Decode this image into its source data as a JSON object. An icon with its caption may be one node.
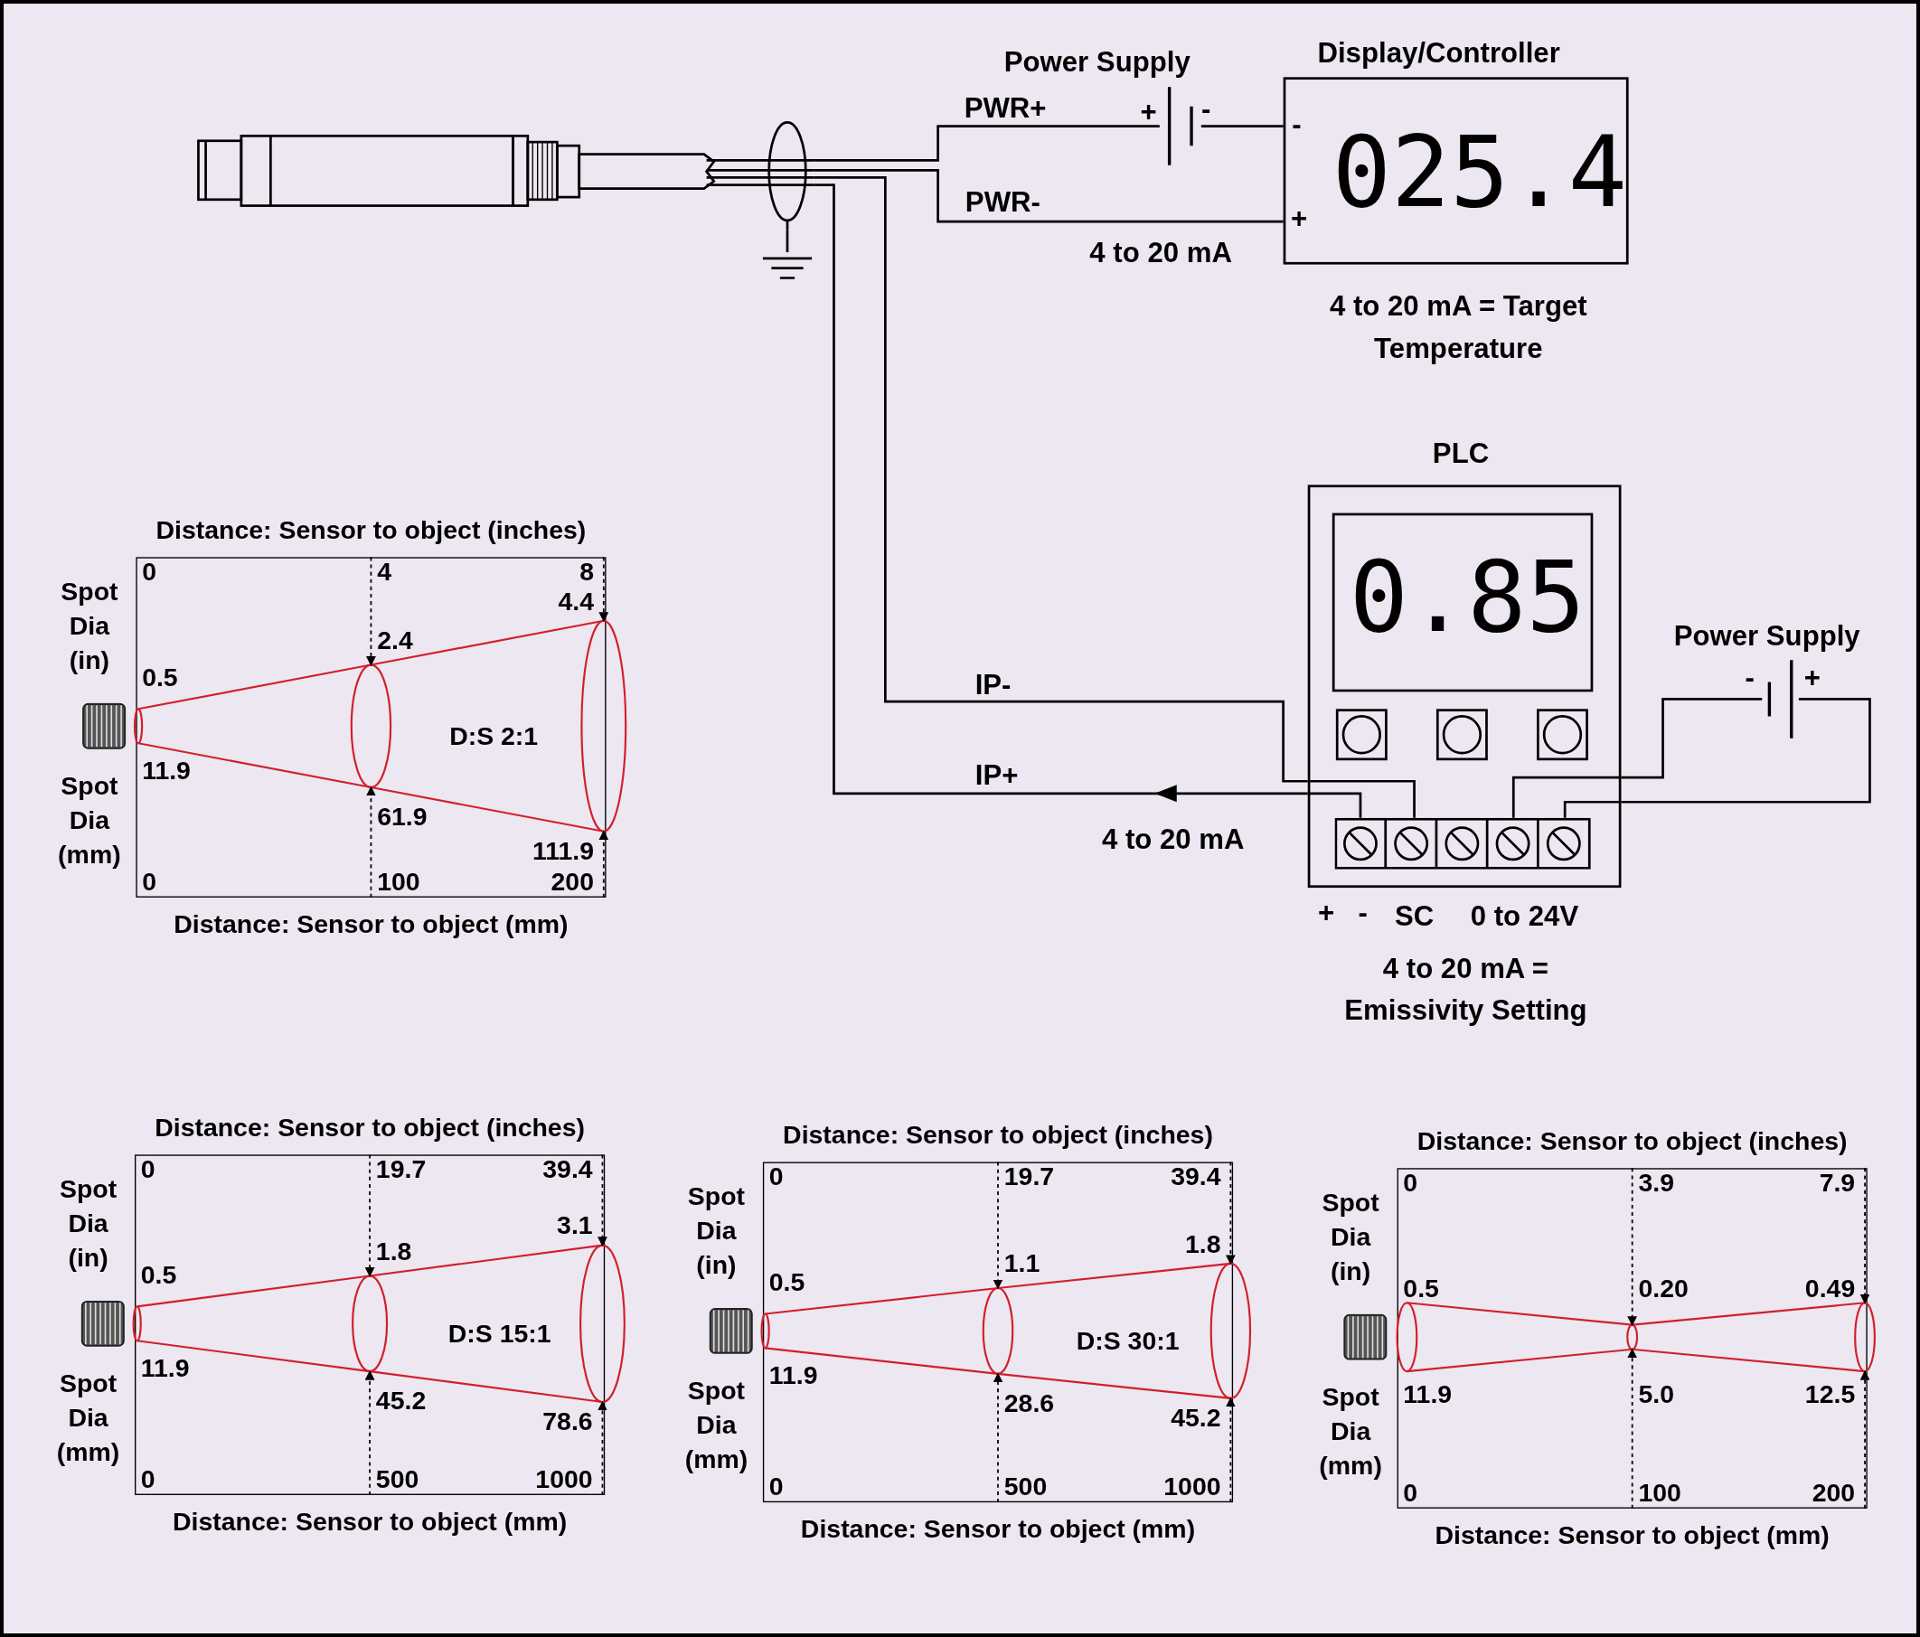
{
  "diagram": {
    "nodes": [
      {
        "text": [],
        "shape": "picture"
      },
      {
        "text": [
          "Power Supply"
        ]
      },
      {
        "text": [
          "Display/Controller",
          "025.4"
        ],
        "beside": [
          "4 to 20 mA = Target Temperature"
        ]
      },
      {
        "text": [],
        "shape": "ground"
      },
      {
        "text": [
          "PLC",
          "0.85"
        ],
        "beside": [
          "+",
          "-",
          "SC",
          "0 to 24V",
          "4 to 20 mA = Emissivity Setting"
        ]
      },
      {
        "text": [
          "Power Supply"
        ]
      }
    ],
    "edges": [
      {
        "from": 0,
        "to": 1,
        "arrow": "none",
        "label": "PWR+"
      },
      {
        "from": 1,
        "to": 2,
        "arrow": "none"
      },
      {
        "from": 2,
        "to": 0,
        "arrow": "none",
        "label": "PWR-"
      },
      {
        "from": 0,
        "to": 3,
        "arrow": "none"
      },
      {
        "from": 0,
        "to": 4,
        "arrow": "none",
        "label": "IP-"
      },
      {
        "from": 4,
        "to": 0,
        "arrow": "to",
        "label": "IP+"
      },
      {
        "from": 4,
        "to": 5,
        "arrow": "none"
      },
      {
        "from": 5,
        "to": 4,
        "arrow": "none"
      }
    ],
    "labels": [
      "+",
      "-",
      "-",
      "+",
      "4 to 20 mA",
      "-",
      "+",
      "4 to 20 mA",
      "Distance: Sensor to object (inches)",
      "Spot Dia (in)",
      "0",
      "4",
      "8",
      "0.5",
      "2.4",
      "4.4",
      "D:S 2:1",
      "Spot Dia (mm)",
      "11.9",
      "61.9",
      "111.9",
      "0",
      "100",
      "200",
      "Distance: Sensor to object (mm)",
      "Distance: Sensor to object (inches)",
      "Spot Dia (in)",
      "0",
      "19.7",
      "39.4",
      "0.5",
      "1.8",
      "3.1",
      "D:S 15:1",
      "Spot Dia (mm)",
      "11.9",
      "45.2",
      "78.6",
      "0",
      "500",
      "1000",
      "Distance: Sensor to object (mm)",
      "Distance: Sensor to object (inches)",
      "Spot Dia (in)",
      "0",
      "19.7",
      "39.4",
      "0.5",
      "1.1",
      "1.8",
      "D:S 30:1",
      "Spot Dia (mm)",
      "11.9",
      "28.6",
      "45.2",
      "0",
      "500",
      "1000",
      "Distance: Sensor to object (mm)",
      "Distance: Sensor to object (inches)",
      "Spot Dia (in)",
      "0",
      "3.9",
      "7.9",
      "0.5",
      "0.20",
      "0.49",
      "Spot Dia (mm)",
      "11.9",
      "5.0",
      "12.5",
      "0",
      "100",
      "200",
      "Distance: Sensor to object (mm)"
    ]
  }
}
